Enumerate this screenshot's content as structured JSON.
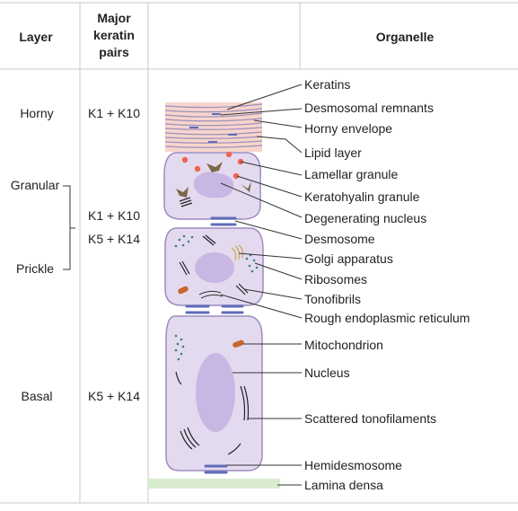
{
  "header": {
    "layer": "Layer",
    "keratin": [
      "Major",
      "keratin",
      "pairs"
    ],
    "organelle": "Organelle"
  },
  "layers": {
    "horny": "Horny",
    "granular": "Granular",
    "prickle": "Prickle",
    "basal": "Basal"
  },
  "keratin_pairs": {
    "horny": "K1 + K10",
    "suprabasal_1": "K1 + K10",
    "suprabasal_2": "K5 + K14",
    "basal": "K5 + K14"
  },
  "organelles": [
    "Keratins",
    "Desmosomal remnants",
    "Horny envelope",
    "Lipid layer",
    "Lamellar granule",
    "Keratohyalin granule",
    "Degenerating nucleus",
    "Desmosome",
    "Golgi apparatus",
    "Ribosomes",
    "Tonofibrils",
    "Rough endoplasmic reticulum",
    "Mitochondrion",
    "Nucleus",
    "Scattered tonofilaments",
    "Hemidesmosome",
    "Lamina densa"
  ],
  "colors": {
    "cell_fill": "#e4daf0",
    "cell_stroke": "#9b8bbf",
    "nucleus": "#c8b7e2",
    "horny_band": "#f7d5cc",
    "keratin_line": "#9c8fbe",
    "granule_red": "#ee6450",
    "desmosome": "#5f6cb8",
    "ribosome": "#3a7f86",
    "mitochondrion": "#c8672e",
    "lamina_densa": "#d8ebcf",
    "grid_line": "#c8c8c8"
  }
}
